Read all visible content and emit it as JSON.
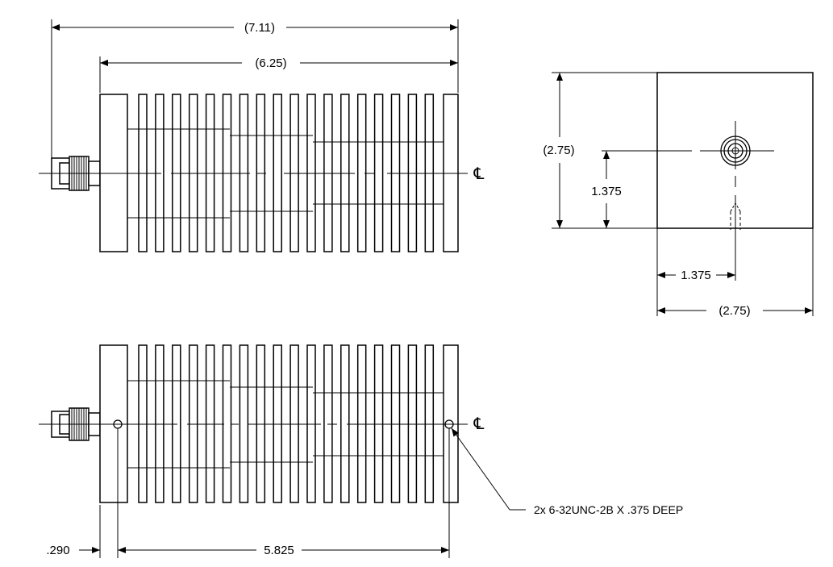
{
  "top_view": {
    "overall_length": "(7.11)",
    "body_length": "(6.25)",
    "centerline": "℄"
  },
  "bottom_view": {
    "flange_offset": ".290",
    "hole_spacing": "5.825",
    "centerline": "℄",
    "hole_note": "2x 6-32UNC-2B X .375 DEEP"
  },
  "end_view": {
    "height": "(2.75)",
    "connector_height": "1.375",
    "connector_offset": "1.375",
    "width": "(2.75)"
  }
}
